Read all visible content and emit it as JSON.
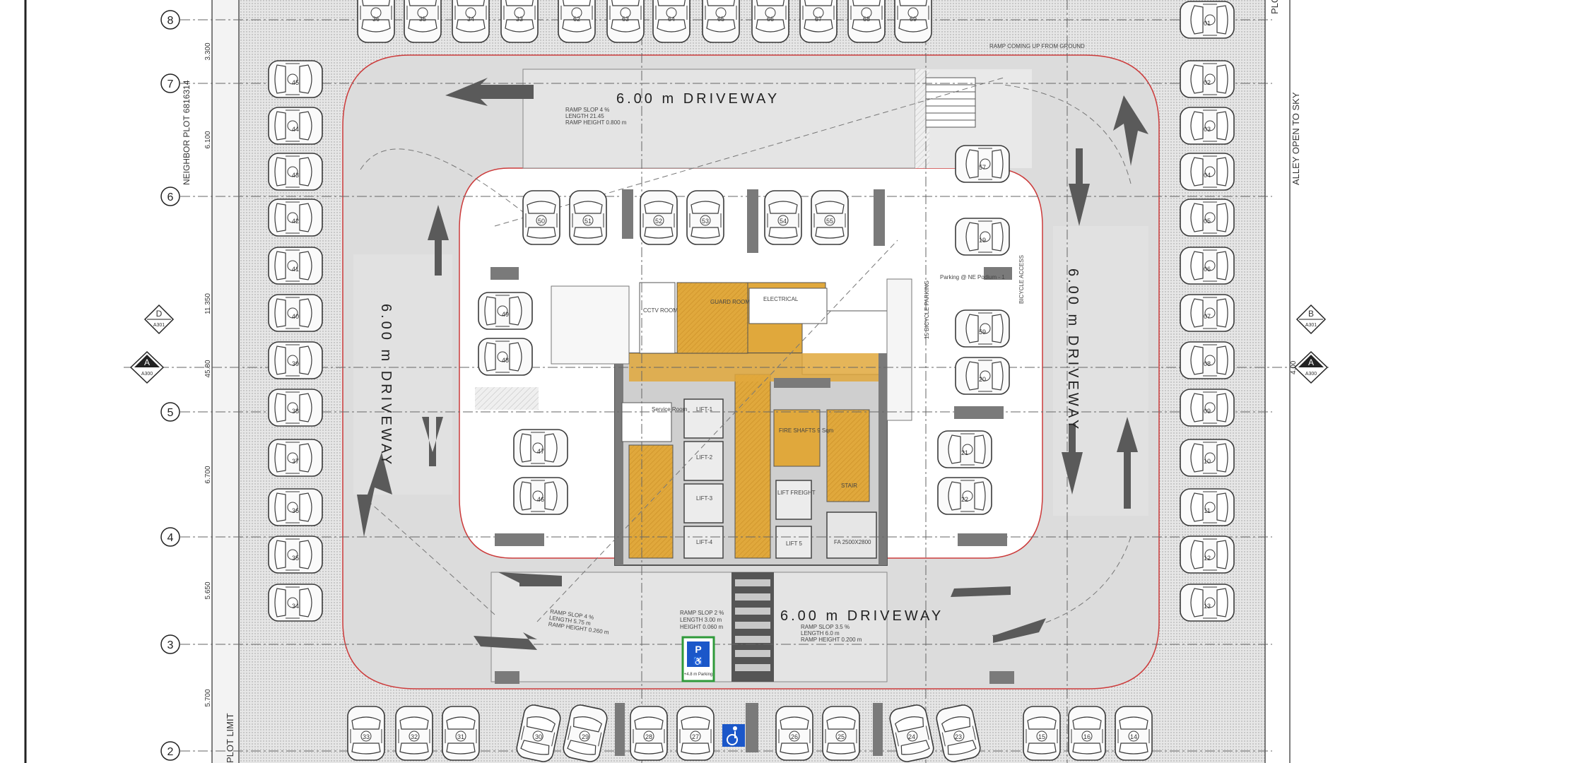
{
  "colors": {
    "dot_fill": "#d9d9d9",
    "driveway_fill": "#dedede",
    "core_fill": "#e0a83c",
    "wall_dark": "#7a7a7a",
    "red_line": "#d04040",
    "accessible_blue": "#1b57c9",
    "accessible_green": "#2f9a3a"
  },
  "title_labels": {
    "driveway_top": "6.00 m  DRIVEWAY",
    "driveway_bottom": "6.00 m  DRIVEWAY",
    "driveway_left": "6.00 m  DRIVEWAY",
    "driveway_right": "6.00 m  DRIVEWAY",
    "neighbor": "NEIGHBOR PLOT 6816314",
    "alley": "ALLEY OPEN TO SKY",
    "plot_limit": "PLOT LIMIT",
    "plot_right": "PLO"
  },
  "ramp_notes": {
    "top": [
      "RAMP SLOP 4 %",
      "LENGTH 21.45",
      "RAMP HEIGHT 0.800 m"
    ],
    "bottom_left": [
      "RAMP SLOP 4 %",
      "LENGTH 5.75 m",
      "RAMP HEIGHT 0.260 m"
    ],
    "bottom_center": [
      "RAMP SLOP 2 %",
      "LENGTH 3.00 m",
      "HEIGHT 0.060 m"
    ],
    "bottom_right": [
      "RAMP SLOP 3.5 %",
      "LENGTH 6.0 m",
      "RAMP HEIGHT 0.200 m"
    ]
  },
  "rooms": {
    "cctv": "CCTV ROOM",
    "guard": "GUARD ROOM",
    "electrical": "ELECTRICAL",
    "service": "Service Room",
    "fire_shaft": "FIRE SHAFTS 9 Sqm",
    "stair": "STAIR",
    "lifts": [
      "LIFT-1",
      "LIFT-2",
      "LIFT-3",
      "LIFT-4"
    ],
    "lift_freight": "LIFT FREIGHT",
    "lift_5": "LIFT 5",
    "fa": "FA 2500X2800",
    "bicycle": "BICYCLE ACCESS",
    "bicycle_parking": "15 BICYCLE PARKING",
    "parking_note": "Parking @ NE Podium - 1",
    "ramp_coming": "RAMP COMING UP FROM GROUND"
  },
  "grid_rows": [
    "8",
    "7",
    "6",
    "5",
    "4",
    "3",
    "2"
  ],
  "dims_left": [
    "3.300",
    "6.100",
    "11.350",
    "45.80",
    "6.700",
    "5.650",
    "5.700"
  ],
  "section_marks": {
    "d": "D",
    "d_ref": "A301",
    "a_left": "A",
    "a_left_ref": "A300",
    "b": "B",
    "b_ref": "A301",
    "a_right": "A",
    "a_right_ref": "A300",
    "right_dim": "4.00"
  },
  "accessible": {
    "symbol": "P",
    "sub": "♿",
    "label": "+4.8 m Parking"
  },
  "stalls": {
    "top_row": [
      "36",
      "35",
      "34",
      "33",
      "62",
      "63",
      "64",
      "65",
      "66",
      "67",
      "68",
      "69"
    ],
    "left_col": [
      "45",
      "44",
      "43",
      "42",
      "41",
      "40",
      "39",
      "38",
      "37",
      "36",
      "35",
      "34"
    ],
    "right_col": [
      "01",
      "02",
      "03",
      "04",
      "05",
      "06",
      "07",
      "08",
      "09",
      "10",
      "11",
      "12",
      "13"
    ],
    "inner_top": [
      "50",
      "51",
      "52",
      "53",
      "54",
      "55"
    ],
    "inner_left": [
      "49",
      "48",
      "47",
      "46"
    ],
    "inner_right": [
      "57",
      "19",
      "59",
      "20",
      "21",
      "22"
    ],
    "bottom_row": [
      "33",
      "32",
      "31",
      "30",
      "29",
      "28",
      "27",
      "26",
      "25",
      "24",
      "23",
      "15",
      "16",
      "14"
    ]
  }
}
